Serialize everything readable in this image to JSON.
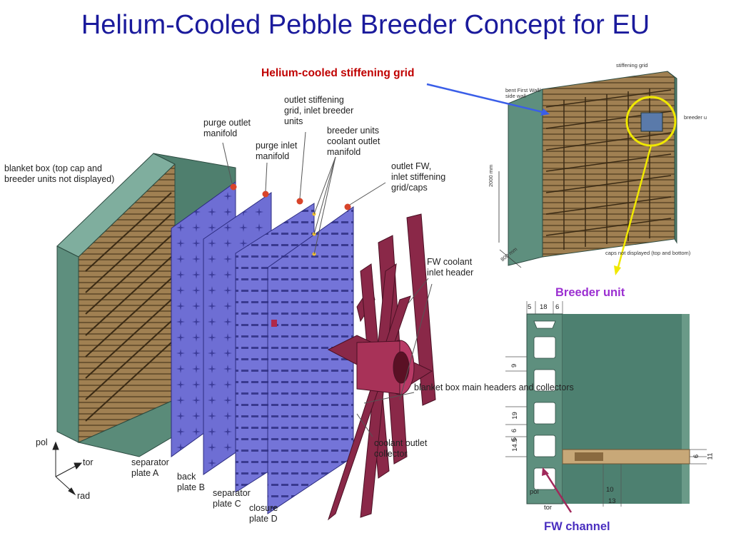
{
  "title": "Helium-Cooled Pebble Breeder Concept for EU",
  "callouts": {
    "stiffening_grid": "Helium-cooled stiffening grid",
    "breeder_unit": "Breeder unit",
    "fw_channel": "FW channel"
  },
  "main_labels": {
    "blanket_box": "blanket box (top cap and\nbreeder units not displayed)",
    "purge_outlet": "purge outlet\nmanifold",
    "purge_inlet": "purge inlet\nmanifold",
    "outlet_stiffening": "outlet stiffening\ngrid, inlet breeder\nunits",
    "breeder_coolant": "breeder units\ncoolant outlet\nmanifold",
    "outlet_fw": "outlet FW,\ninlet stiffening\ngrid/caps",
    "fw_inlet_header": "FW coolant\ninlet header",
    "main_headers": "blanket box main\nheaders and collectors",
    "coolant_outlet": "coolant outlet\ncollector",
    "separator_a": "separator\nplate A",
    "back_b": "back\nplate B",
    "separator_c": "separator\nplate C",
    "closure_d": "closure\nplate D",
    "pol": "pol",
    "tor": "tor",
    "rad": "rad"
  },
  "inset_labels": {
    "stiffening_grid": "stiffening grid",
    "bent_first_wall": "bent First Wall/\nside wall",
    "breeder_u": "breeder u",
    "height_dim": "2000 mm",
    "depth_dim": "800 mm",
    "caps_note": "caps not displayed (top and bottom)"
  },
  "section_dims": {
    "top": [
      "5",
      "18",
      "6"
    ],
    "left": [
      "9",
      "19",
      "6",
      "5",
      "14.5"
    ],
    "right": [
      "6",
      "11"
    ],
    "bottom": [
      "10",
      "13"
    ],
    "pol": "pol",
    "tor": "tor"
  },
  "colors": {
    "title": "#1a1a9c",
    "stiffening_callout": "#c00000",
    "breeder_callout": "#9b2fd1",
    "fw_callout": "#4a2fc0",
    "wall_green": "#5e8f7e",
    "plate_blue": "#6a6ad0",
    "pebble_wood": "#a88a5c",
    "manifold_red": "#c84a2c",
    "header_maroon": "#8a2848"
  }
}
